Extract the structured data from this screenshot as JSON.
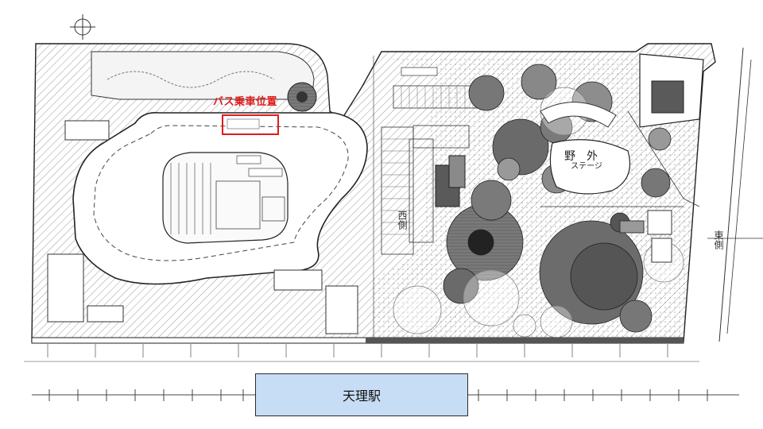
{
  "map": {
    "bus_stop_label": "バス乗車位置",
    "station_label": "天理駅",
    "stage_label_main": "野外",
    "stage_label_sub": "ステージ",
    "road_label_east": "東側",
    "road_label_west": "西側"
  },
  "colors": {
    "highlight": "#e01b1b",
    "station_fill": "#c7ddf5",
    "line": "#2b2b2b",
    "dark_fill": "#6e6e6e"
  }
}
